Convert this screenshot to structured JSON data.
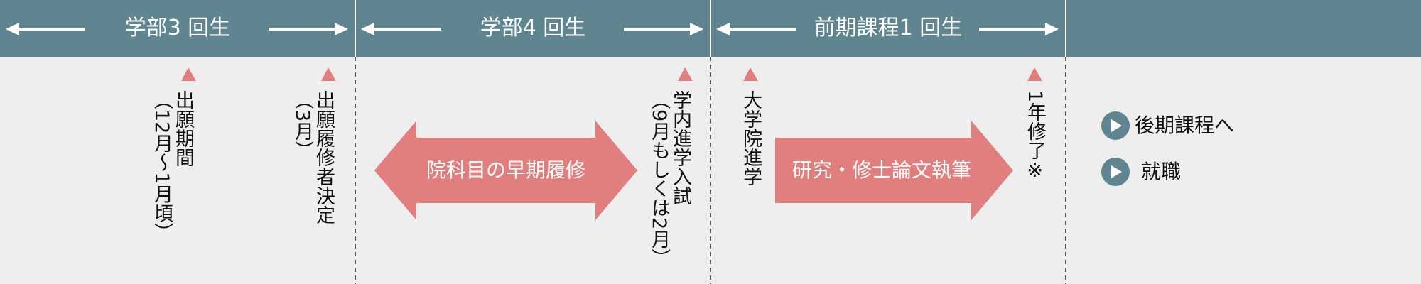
{
  "phases": [
    {
      "label": "学部3 回生"
    },
    {
      "label": "学部4 回生"
    },
    {
      "label": "前期課程1 回生"
    }
  ],
  "milestones": {
    "application_period": {
      "title": "出願期間",
      "detail": "（12月～1月頃）"
    },
    "decision": {
      "title": "出願履修者決定",
      "detail": "（3月）"
    },
    "entrance_exam": {
      "title": "学内進学入試",
      "detail": "（9月もしくは2月）"
    },
    "enroll": {
      "title": "大学院進学"
    },
    "complete": {
      "title": "1年修了※"
    }
  },
  "bands": {
    "early_courses": "院科目の早期履修",
    "research": "研究・修士論文執筆"
  },
  "destinations": [
    {
      "label": "後期課程へ"
    },
    {
      "label": "就職"
    }
  ],
  "colors": {
    "header": "#5f8690",
    "background": "#eeeeee",
    "accent": "#e07f7d",
    "dashed": "#555555",
    "text": "#111111"
  }
}
